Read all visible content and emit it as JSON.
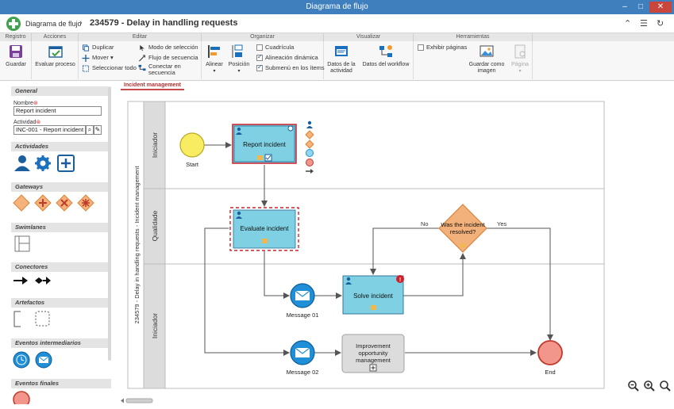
{
  "window": {
    "title": "Diagrama de flujo"
  },
  "appbar": {
    "breadcrumb_root": "Diagrama de flujo",
    "breadcrumb_sep": "›",
    "breadcrumb_current": "234579 - Delay in handling requests"
  },
  "ribbon": {
    "groups": [
      "Registro",
      "Acciones",
      "Editar",
      "Organizar",
      "Visualizar",
      "Herramientas"
    ],
    "save": "Guardar",
    "evaluate": "Evaluar proceso",
    "duplicate": "Duplicar",
    "move": "Mover",
    "select_all": "Seleccionar todo",
    "selection_mode": "Modo de selección",
    "sequence_flow": "Flujo de secuencia",
    "connect_sequence": "Conectar en secuencia",
    "align": "Alinear",
    "position": "Posición",
    "grid": "Cuadrícula",
    "dynamic_align": "Alineación dinámica",
    "submenu_items": "Submenú en los ítems",
    "activity_data": "Datos de la actividad",
    "workflow_data": "Datos del workflow",
    "show_pages": "Exhibir páginas",
    "save_as_image": "Guardar como imagen",
    "page": "Página"
  },
  "panel": {
    "general": "General",
    "name_label": "Nombre",
    "name_value": "Report incident",
    "activity_label": "Actividad",
    "activity_value": "INC-001 - Report incident",
    "sections": [
      "Actividades",
      "Gateways",
      "Swimlanes",
      "Conectores",
      "Artefactos",
      "Eventos intermediarios",
      "Eventos finales"
    ]
  },
  "tab": {
    "label": "Incident management"
  },
  "diagram": {
    "pool_label": "234579 - Delay in handling requests - Incident management",
    "lanes": [
      "Iniciador",
      "Qualidade",
      "Iniciador"
    ],
    "start_label": "Start",
    "report_incident": "Report incident",
    "evaluate_incident": "Evaluate incident",
    "solve_incident": "Solve incident",
    "improvement_l1": "Improvement",
    "improvement_l2": "opportunity",
    "improvement_l3": "management",
    "gateway_l1": "Was the incident",
    "gateway_l2": "resolved?",
    "no": "No",
    "yes": "Yes",
    "message01": "Message 01",
    "message02": "Message 02",
    "end": "End"
  },
  "colors": {
    "titlebar": "#3f7fbe",
    "task_fill": "#7fd0e3",
    "task_border": "#4a8fb0",
    "selected_border": "#d0202a",
    "gateway": "#f2b07a",
    "start": "#f8ec62",
    "end": "#f2958a",
    "message": "#1f8fd8"
  }
}
